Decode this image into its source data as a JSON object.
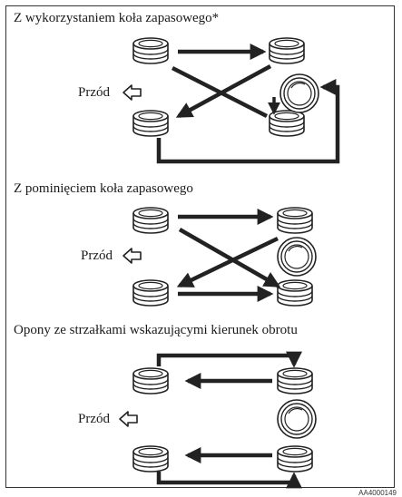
{
  "sections": [
    {
      "title": "Z wykorzystaniem koła zapasowego*",
      "front_label": "Przód"
    },
    {
      "title": "Z pominięciem koła zapasowego",
      "front_label": "Przód"
    },
    {
      "title": "Opony ze strzałkami wskazującymi kierunek obrotu",
      "front_label": "Przód"
    }
  ],
  "figure_code": "AA4000149",
  "icons": {
    "tire": "tire-icon",
    "spare": "spare-wheel-icon",
    "front_arrow": "hollow-left-arrow-icon"
  }
}
